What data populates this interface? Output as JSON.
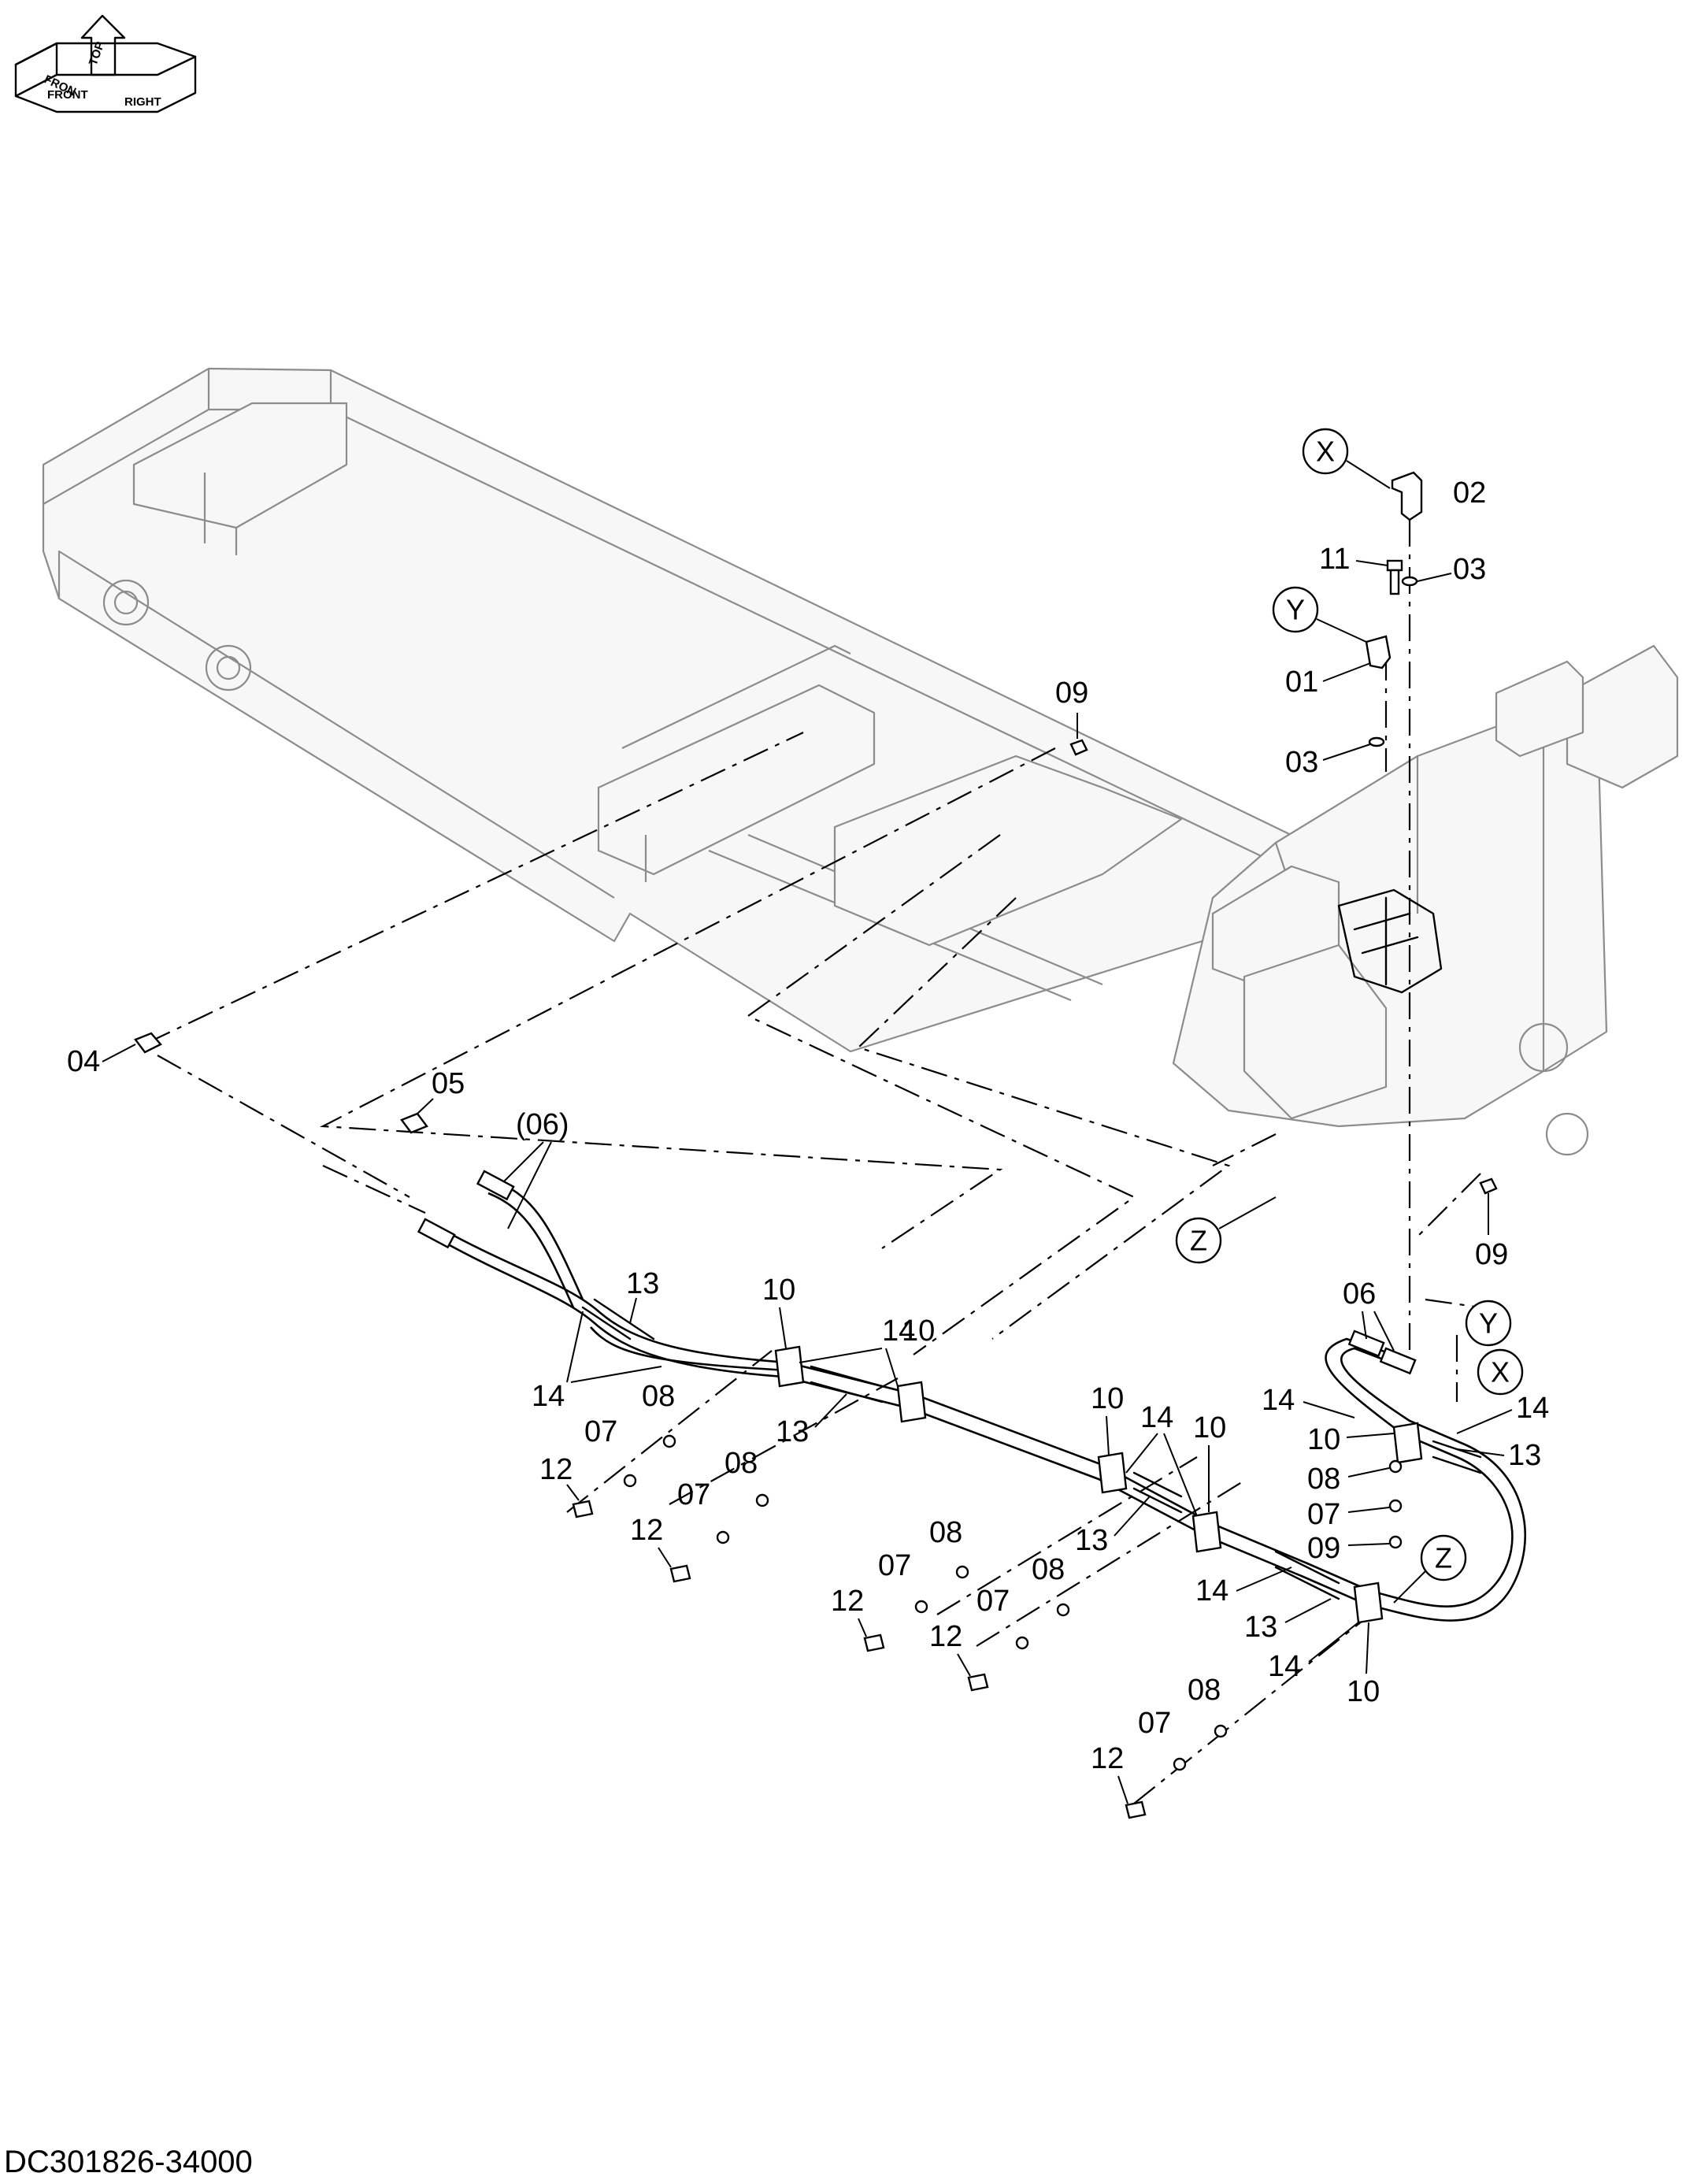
{
  "document": {
    "number": "DC301826-34000"
  },
  "orientation": {
    "top": "TOP",
    "front": "FRONT",
    "right": "RIGHT",
    "fron": "FRON"
  },
  "view_refs": {
    "x": "X",
    "y": "Y",
    "z": "Z"
  },
  "callouts": {
    "p01": "01",
    "p02": "02",
    "p03": "03",
    "p04": "04",
    "p05": "05",
    "p06": "06",
    "p06_ref": "(06)",
    "p07": "07",
    "p08": "08",
    "p09": "09",
    "p10": "10",
    "p11": "11",
    "p12": "12",
    "p13": "13",
    "p14": "14"
  }
}
